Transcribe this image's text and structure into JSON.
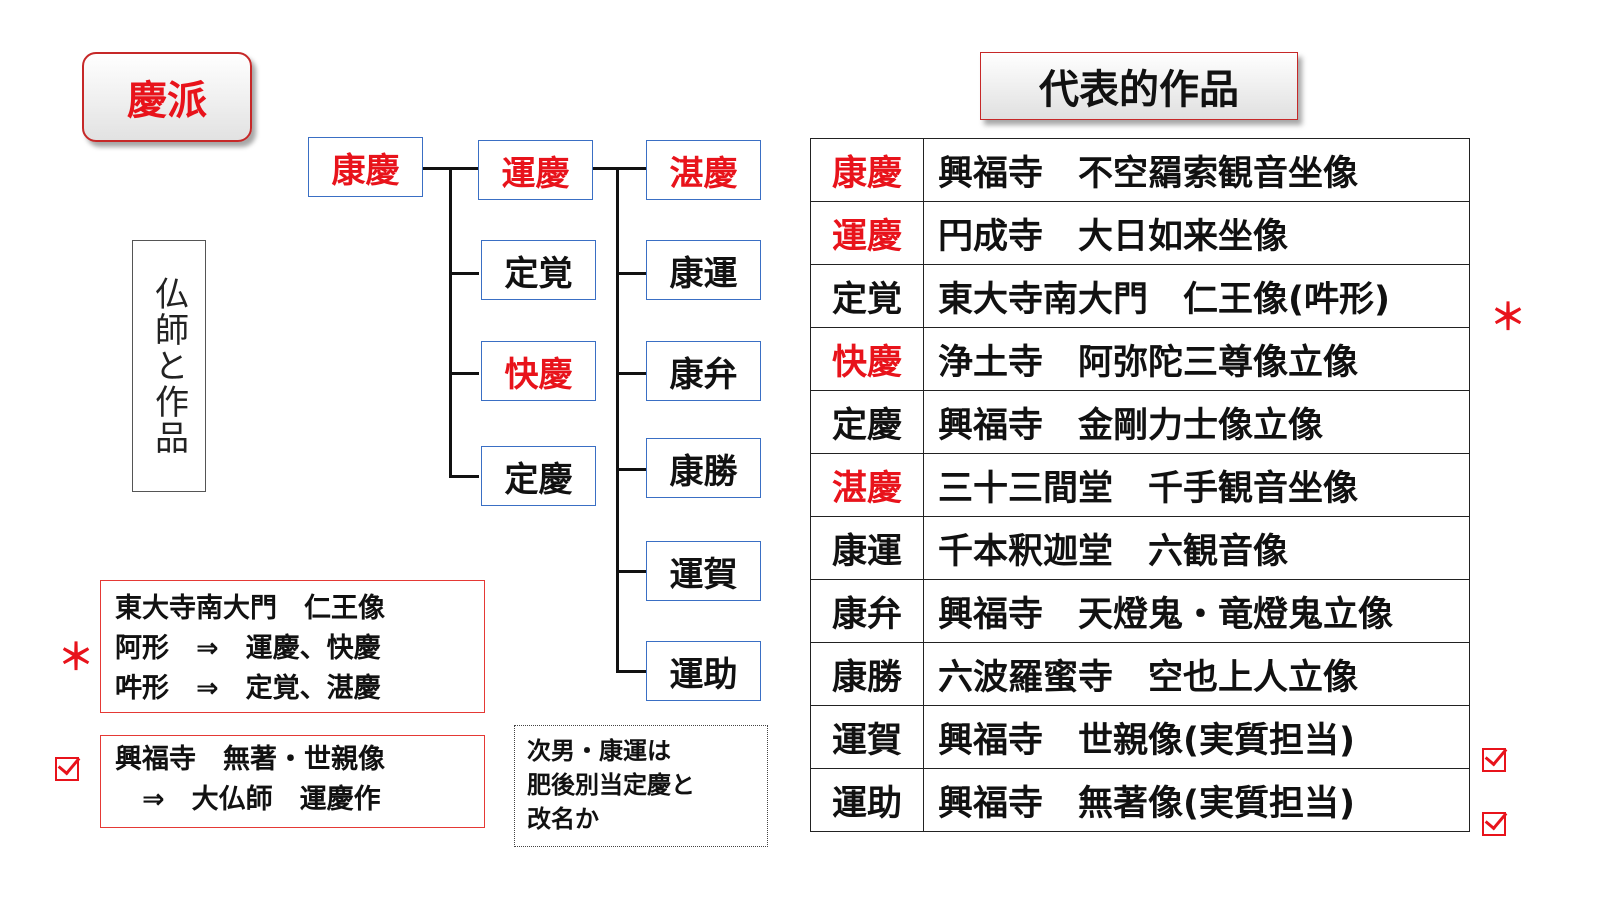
{
  "title": "慶派",
  "side_label": "仏師と作品",
  "tree": {
    "root": "康慶",
    "gen2": [
      "運慶",
      "定覚",
      "快慶",
      "定慶"
    ],
    "gen3": [
      "湛慶",
      "康運",
      "康弁",
      "康勝",
      "運賀",
      "運助"
    ]
  },
  "note_nio": {
    "line1": "東大寺南大門　仁王像",
    "line2": "阿形　⇒　運慶、快慶",
    "line3": "吽形　⇒　定覚、湛慶",
    "marker": "＊"
  },
  "note_kofukuji": {
    "line1": "興福寺　無著・世親像",
    "line2": "　⇒　大仏師　運慶作"
  },
  "note_koun": {
    "line1": "次男・康運は",
    "line2": "肥後別当定慶と",
    "line3": "改名か"
  },
  "works_heading": "代表的作品",
  "works": [
    {
      "name": "康慶",
      "work": "興福寺　不空羂索観音坐像",
      "red": true
    },
    {
      "name": "運慶",
      "work": "円成寺　大日如来坐像",
      "red": true
    },
    {
      "name": "定覚",
      "work": "東大寺南大門　仁王像(吽形)",
      "red": false,
      "marker": "＊"
    },
    {
      "name": "快慶",
      "work": "浄土寺　阿弥陀三尊像立像",
      "red": true
    },
    {
      "name": "定慶",
      "work": "興福寺　金剛力士像立像",
      "red": false
    },
    {
      "name": "湛慶",
      "work": "三十三間堂　千手観音坐像",
      "red": true
    },
    {
      "name": "康運",
      "work": "千本釈迦堂　六観音像",
      "red": false
    },
    {
      "name": "康弁",
      "work": "興福寺　天燈鬼・竜燈鬼立像",
      "red": false
    },
    {
      "name": "康勝",
      "work": "六波羅蜜寺　空也上人立像",
      "red": false
    },
    {
      "name": "運賀",
      "work": "興福寺　世親像(実質担当)",
      "red": false,
      "check": true
    },
    {
      "name": "運助",
      "work": "興福寺　無著像(実質担当)",
      "red": false,
      "check": true
    }
  ],
  "colors": {
    "accent_red": "#e8131b",
    "node_border": "#3a6fc4"
  }
}
